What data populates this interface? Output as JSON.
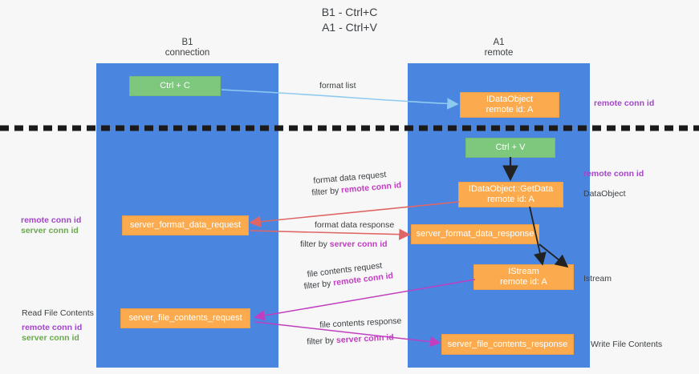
{
  "title": "B1 - Ctrl+C\nA1 - Ctrl+V",
  "colors": {
    "lane": "#4a86e0",
    "node_orange": "#fbab4e",
    "node_green": "#7ec87e",
    "background": "#f7f7f7",
    "highlight_purple": "#c13ec1",
    "label_purple": "#a345c9",
    "label_green": "#6aa84f",
    "edge_blue": "#8ecaf0",
    "edge_red": "#e06666",
    "edge_magenta": "#c13ec1",
    "edge_black": "#222222",
    "divider": "#1a1a1a"
  },
  "lanes": [
    {
      "id": "b1",
      "title": "B1\nconnection"
    },
    {
      "id": "a1",
      "title": "A1\nremote"
    }
  ],
  "nodes": [
    {
      "id": "ctrl-c",
      "line1": "Ctrl + C",
      "line2": "",
      "color": "green"
    },
    {
      "id": "idataobject",
      "line1": "IDataObject",
      "line2": "remote id: A",
      "color": "orange"
    },
    {
      "id": "ctrl-v",
      "line1": "Ctrl + V",
      "line2": "",
      "color": "green"
    },
    {
      "id": "getdata",
      "line1": "IDataObject::GetData",
      "line2": "remote id: A",
      "color": "orange"
    },
    {
      "id": "server-format-data-request",
      "line1": "server_format_data_request",
      "line2": "",
      "color": "orange"
    },
    {
      "id": "server-format-data-response",
      "line1": "server_format_data_response",
      "line2": "",
      "color": "orange"
    },
    {
      "id": "istream",
      "line1": "IStream",
      "line2": "remote id: A",
      "color": "orange"
    },
    {
      "id": "server-file-contents-request",
      "line1": "server_file_contents_request",
      "line2": "",
      "color": "orange"
    },
    {
      "id": "server-file-contents-response",
      "line1": "server_file_contents_response",
      "line2": "",
      "color": "orange"
    }
  ],
  "edge_labels": {
    "format_list": "format list",
    "format_data_request": "format data request",
    "format_data_request_filter_prefix": "filter by ",
    "format_data_request_filter_value": "remote conn id",
    "format_data_response": "format data response",
    "format_data_response_filter_prefix": "filter by ",
    "format_data_response_filter_value": "server conn id",
    "file_contents_request": "file contents request",
    "file_contents_request_filter_prefix": "filter by ",
    "file_contents_request_filter_value": "remote conn id",
    "file_contents_response": "file contents response",
    "file_contents_response_filter_prefix": "filter by ",
    "file_contents_response_filter_value": "server conn id"
  },
  "right_labels": {
    "remote_conn_id_top": "remote conn id",
    "remote_conn_id_mid": "remote conn id",
    "dataobject": "DataObject",
    "istream": "Istream",
    "write_file_contents": "Write File Contents"
  },
  "left_labels": {
    "remote_conn_id": "remote conn id",
    "server_conn_id": "server conn id",
    "read_file_contents": "Read File Contents",
    "remote_conn_id_2": "remote conn id",
    "server_conn_id_2": "server conn id"
  }
}
